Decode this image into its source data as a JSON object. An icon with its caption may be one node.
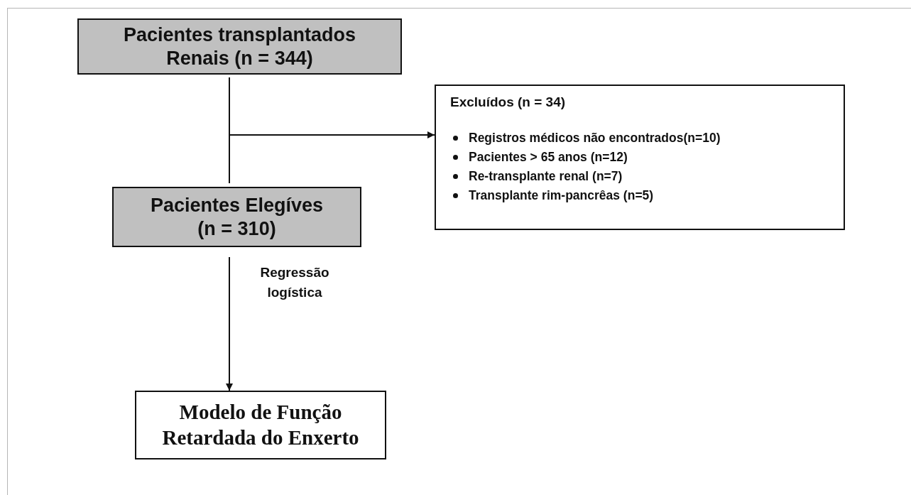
{
  "diagram": {
    "nodes": [
      {
        "text": [
          "Pacientes transplantados Renais (n = 344)"
        ]
      },
      {
        "text": [
          "Pacientes Elegíves (n = 310)"
        ]
      },
      {
        "text": [
          "Excluídos (n = 34)",
          "Registros médicos não encontrados(n=10)",
          "Pacientes > 65 anos (n=12)",
          "Re-transplante renal (n=7)",
          "Transplante rim-pancrêas (n=5)"
        ]
      },
      {
        "text": [
          "Modelo de Função Retardada do Enxerto"
        ]
      }
    ],
    "edges": [
      {
        "from": 0,
        "to": 1,
        "arrow": "none"
      },
      {
        "from": 0,
        "to": 2,
        "arrow": "to"
      },
      {
        "from": 1,
        "to": 3,
        "arrow": "to",
        "label": "Regressão logística"
      }
    ]
  }
}
